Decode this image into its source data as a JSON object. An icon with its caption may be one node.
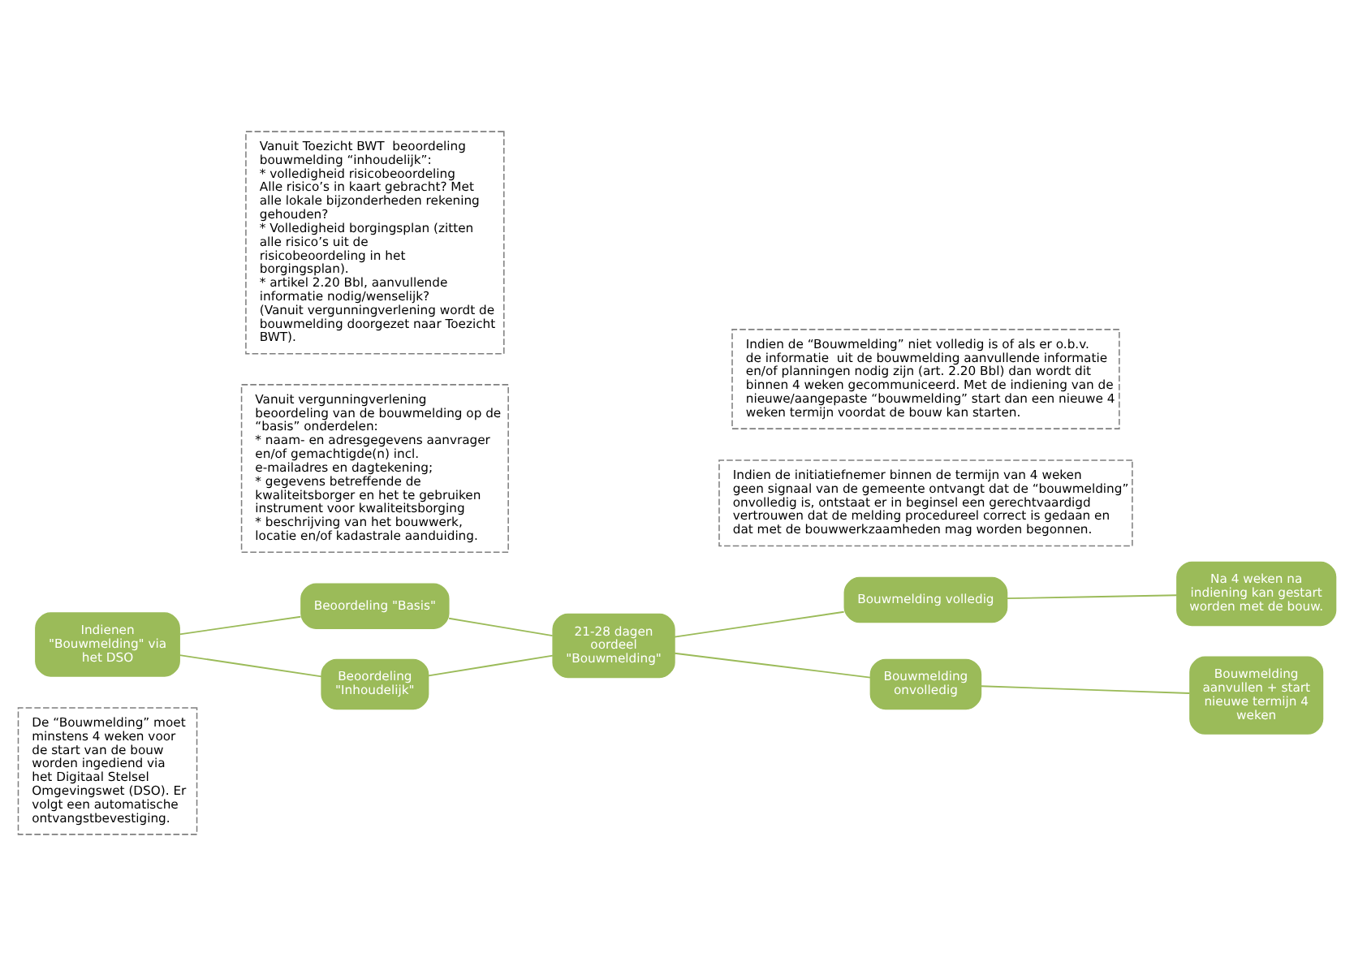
{
  "diagram": {
    "nodes": [
      {
        "text": [
          "Indienen \"Bouwmelding\" via het DSO"
        ]
      },
      {
        "text": [
          "Beoordeling \"Basis\""
        ]
      },
      {
        "text": [
          "Beoordeling \"Inhoudelijk\""
        ]
      },
      {
        "text": [
          "21-28 dagen oordeel \"Bouwmelding\""
        ]
      },
      {
        "text": [
          "Bouwmelding volledig"
        ]
      },
      {
        "text": [
          "Bouwmelding onvolledig"
        ]
      },
      {
        "text": [
          "Na 4 weken na indiening kan gestart worden met de bouw."
        ]
      },
      {
        "text": [
          "Bouwmelding aanvullen + start nieuwe termijn 4 weken"
        ]
      },
      {
        "text": [
          "Vanuit vergunningverlening beoordeling van de bouwmelding op de “basis” onderdelen:",
          "* naam- en adresgegevens aanvrager en/of gemachtigde(n) incl. e-mailadres en dagtekening;",
          "* gegevens betreffende de kwaliteitsborger en het te gebruiken instrument voor kwaliteitsborging",
          "* beschrijving van het bouwwerk, locatie en/of kadastrale aanduiding."
        ]
      },
      {
        "text": [
          "Indien de initiatiefnemer binnen de termijn van 4 weken geen signaal van de gemeente ontvangt dat de “bouwmelding” onvolledig is, ontstaat er in beginsel een gerechtvaardigd vertrouwen dat de melding procedureel correct is gedaan en dat met de bouwwerkzaamheden mag worden begonnen."
        ]
      },
      {
        "text": [
          "De “Bouwmelding” moet minstens 4 weken voor de start van de bouw worden ingediend via het Digitaal Stelsel Omgevingswet (DSO). Er volgt een automatische ontvangstbevestiging."
        ]
      },
      {
        "text": [
          "Vanuit Toezicht BWT  beoordeling bouwmelding “inhoudelijk”:",
          "* volledigheid risicobeoordeling Alle risico’s in kaart gebracht? Met alle lokale bijzonderheden rekening gehouden?",
          "* Volledigheid borgingsplan (zitten alle risico’s uit de risicobeoordeling in het borgingsplan).",
          "* artikel 2.20 Bbl, aanvullende informatie nodig/wenselijk?",
          "(Vanuit vergunningverlening wordt de bouwmelding doorgezet naar Toezicht BWT)."
        ]
      },
      {
        "text": [
          "Indien de “Bouwmelding” niet volledig is of als er o.b.v. de informatie  uit de bouwmelding aanvullende informatie en/of planningen nodig zijn (art. 2.20 Bbl) dan wordt dit binnen 4 weken gecommuniceerd. Met de indiening van de nieuwe/aangepaste “bouwmelding” start dan een nieuwe 4 weken termijn voordat de bouw kan starten."
        ]
      }
    ],
    "edges": [
      {
        "from": 0,
        "to": 1,
        "arrow": "none"
      },
      {
        "from": 0,
        "to": 2,
        "arrow": "none"
      },
      {
        "from": 1,
        "to": 3,
        "arrow": "none"
      },
      {
        "from": 2,
        "to": 3,
        "arrow": "none"
      },
      {
        "from": 3,
        "to": 4,
        "arrow": "none"
      },
      {
        "from": 3,
        "to": 5,
        "arrow": "none"
      },
      {
        "from": 4,
        "to": 6,
        "arrow": "none"
      },
      {
        "from": 5,
        "to": 7,
        "arrow": "none"
      }
    ]
  }
}
